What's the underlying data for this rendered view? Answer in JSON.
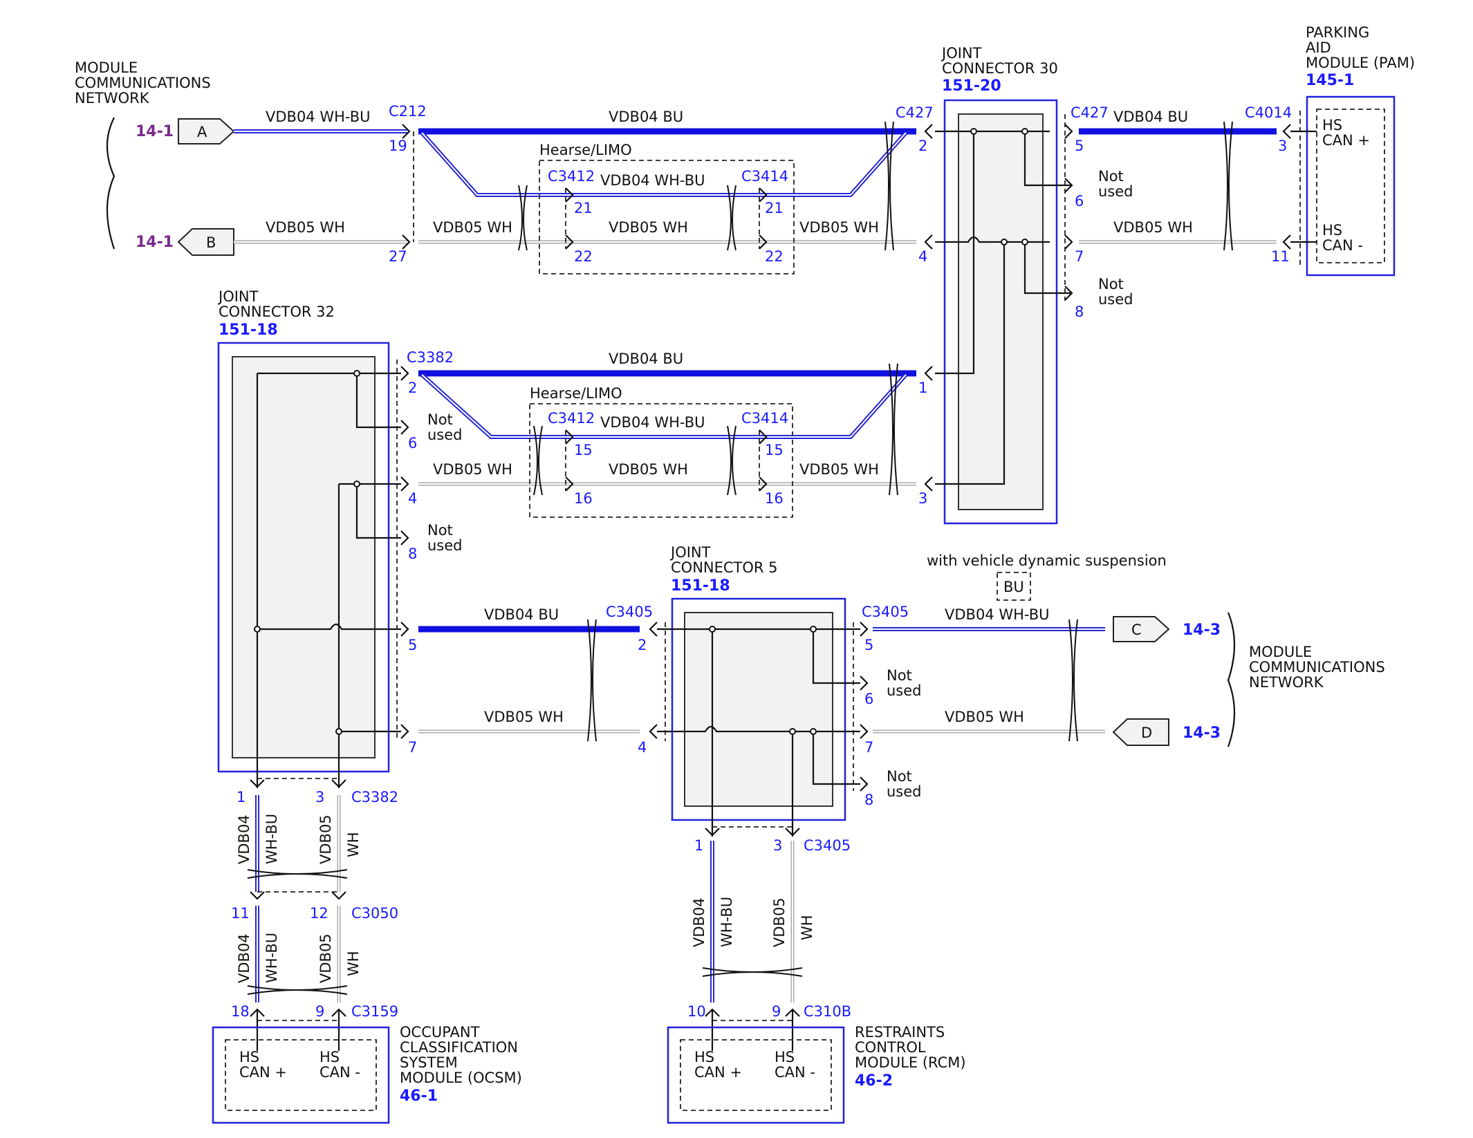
{
  "top_left_network": {
    "title_lines": [
      "MODULE",
      "COMMUNICATIONS",
      "NETWORK"
    ],
    "ref_a": "14-1",
    "ref_b": "14-1",
    "flag_a": "A",
    "flag_b": "B"
  },
  "bottom_right_network": {
    "title_lines": [
      "MODULE",
      "COMMUNICATIONS",
      "NETWORK"
    ],
    "ref_c": "14-3",
    "ref_d": "14-3",
    "flag_c": "C",
    "flag_d": "D"
  },
  "joint30": {
    "lines": [
      "JOINT",
      "CONNECTOR 30"
    ],
    "ref": "151-20"
  },
  "joint32": {
    "lines": [
      "JOINT",
      "CONNECTOR 32"
    ],
    "ref": "151-18"
  },
  "joint5": {
    "lines": [
      "JOINT",
      "CONNECTOR 5"
    ],
    "ref": "151-18"
  },
  "pam": {
    "lines": [
      "PARKING",
      "AID",
      "MODULE (PAM)"
    ],
    "ref": "145-1",
    "pin_plus": [
      "HS",
      "CAN +"
    ],
    "pin_minus": [
      "HS",
      "CAN -"
    ]
  },
  "ocsm": {
    "lines": [
      "OCCUPANT",
      "CLASSIFICATION",
      "SYSTEM",
      "MODULE (OCSM)"
    ],
    "ref": "46-1",
    "pin_plus": [
      "HS",
      "CAN +"
    ],
    "pin_minus": [
      "HS",
      "CAN -"
    ]
  },
  "rcm": {
    "lines": [
      "RESTRAINTS",
      "CONTROL",
      "MODULE (RCM)"
    ],
    "ref": "46-2",
    "pin_plus": [
      "HS",
      "CAN +"
    ],
    "pin_minus": [
      "HS",
      "CAN -"
    ]
  },
  "options": {
    "hearse_top": "Hearse/LIMO",
    "hearse_mid": "Hearse/LIMO",
    "vds": "with vehicle dynamic suspension",
    "vds_bu": "BU"
  },
  "connectors": {
    "c212": "C212",
    "c427a": "C427",
    "c427b": "C427",
    "c4014": "C4014",
    "c3412a": "C3412",
    "c3414a": "C3414",
    "c3382a": "C3382",
    "c3412b": "C3412",
    "c3414b": "C3414",
    "c3405a": "C3405",
    "c3405b": "C3405",
    "c3382b": "C3382",
    "c3050": "C3050",
    "c3159": "C3159",
    "c3405c": "C3405",
    "c310b": "C310B"
  },
  "wires": {
    "vdb04_whbu": "VDB04  WH-BU",
    "vdb04_bu": "VDB04  BU",
    "vdb05_wh": "VDB05  WH",
    "v_vdb04": "VDB04",
    "v_whbu": "WH-BU",
    "v_vdb05": "VDB05",
    "v_wh": "WH"
  },
  "not_used": [
    "Not",
    "used"
  ],
  "pins": {
    "p19": "19",
    "p27": "27",
    "p2": "2",
    "p4": "4",
    "p5": "5",
    "p6": "6",
    "p7": "7",
    "p8": "8",
    "p3": "3",
    "p11": "11",
    "p21": "21",
    "p22": "22",
    "p1": "1",
    "p15": "15",
    "p16": "16",
    "p12": "12",
    "p18": "18",
    "p9": "9",
    "p10": "10"
  }
}
